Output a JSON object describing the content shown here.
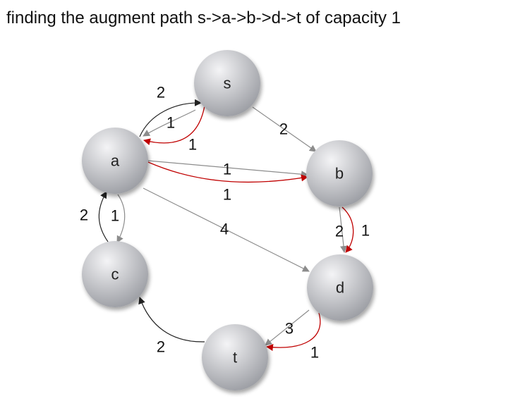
{
  "title": "finding the augment path s->a->b->d->t of capacity 1",
  "colors": {
    "node_light": "#f4f4f6",
    "node_dark": "#9a9ca2",
    "edge_gray": "#8c8c8c",
    "edge_dark": "#222222",
    "edge_red": "#c00000"
  },
  "nodes": [
    {
      "id": "s",
      "label": "s"
    },
    {
      "id": "a",
      "label": "a"
    },
    {
      "id": "b",
      "label": "b"
    },
    {
      "id": "c",
      "label": "c"
    },
    {
      "id": "d",
      "label": "d"
    },
    {
      "id": "t",
      "label": "t"
    }
  ],
  "edges": [
    {
      "id": "s-b",
      "from": "s",
      "to": "b",
      "label": "2",
      "style": "gray"
    },
    {
      "id": "a-s",
      "from": "a",
      "to": "s",
      "label": "2",
      "style": "dark"
    },
    {
      "id": "s-a",
      "from": "s",
      "to": "a",
      "label": "1",
      "style": "gray"
    },
    {
      "id": "s-a-flow",
      "from": "s",
      "to": "a",
      "label": "1",
      "style": "red"
    },
    {
      "id": "a-b",
      "from": "a",
      "to": "b",
      "label": "1",
      "style": "gray"
    },
    {
      "id": "a-b-flow",
      "from": "a",
      "to": "b",
      "label": "1",
      "style": "red"
    },
    {
      "id": "a-d",
      "from": "a",
      "to": "d",
      "label": "4",
      "style": "gray"
    },
    {
      "id": "c-a",
      "from": "c",
      "to": "a",
      "label": "2",
      "style": "dark"
    },
    {
      "id": "a-c",
      "from": "a",
      "to": "c",
      "label": "1",
      "style": "gray"
    },
    {
      "id": "b-d",
      "from": "b",
      "to": "d",
      "label": "2",
      "style": "gray"
    },
    {
      "id": "b-d-flow",
      "from": "b",
      "to": "d",
      "label": "1",
      "style": "red"
    },
    {
      "id": "d-t",
      "from": "d",
      "to": "t",
      "label": "3",
      "style": "gray"
    },
    {
      "id": "d-t-flow",
      "from": "d",
      "to": "t",
      "label": "1",
      "style": "red"
    },
    {
      "id": "t-c",
      "from": "t",
      "to": "c",
      "label": "2",
      "style": "dark"
    }
  ]
}
